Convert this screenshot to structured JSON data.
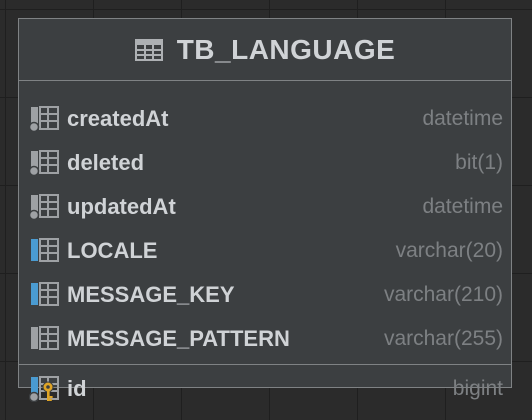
{
  "entity": {
    "title": "TB_LANGUAGE",
    "icon": "table-icon",
    "fields": [
      {
        "name": "createdAt",
        "type": "datetime",
        "icon": "column-nullable-icon"
      },
      {
        "name": "deleted",
        "type": "bit(1)",
        "icon": "column-nullable-icon"
      },
      {
        "name": "updatedAt",
        "type": "datetime",
        "icon": "column-nullable-icon"
      },
      {
        "name": "LOCALE",
        "type": "varchar(20)",
        "icon": "column-indexed-icon"
      },
      {
        "name": "MESSAGE_KEY",
        "type": "varchar(210)",
        "icon": "column-indexed-icon"
      },
      {
        "name": "MESSAGE_PATTERN",
        "type": "varchar(255)",
        "icon": "column-icon"
      }
    ],
    "primary_key": {
      "name": "id",
      "type": "bigint",
      "icon": "primary-key-icon"
    }
  },
  "colors": {
    "background": "#2b2b2b",
    "panel": "#3c3f41",
    "border": "#7f8284",
    "text": "#d0d3d6",
    "type_text": "#7d8083",
    "index_accent": "#4a9bd1",
    "key_accent": "#e0a526"
  }
}
